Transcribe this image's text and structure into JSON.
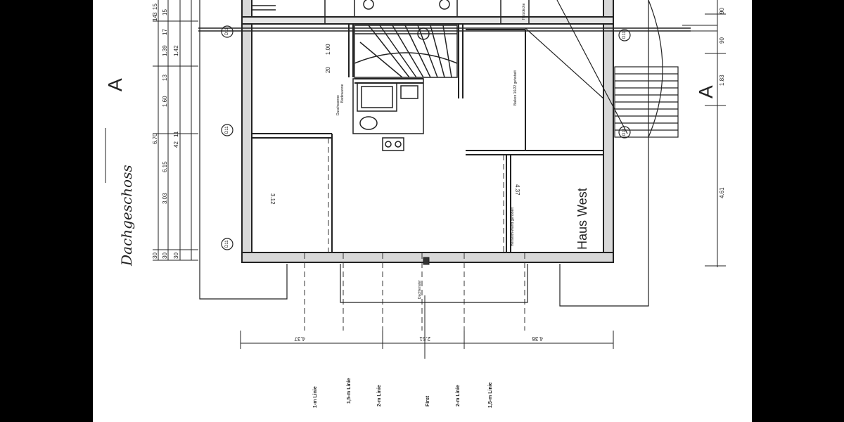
{
  "section_markers": {
    "left": "A",
    "right": "A"
  },
  "floor_label": "Dachgeschoss",
  "house_name": "Haus West",
  "left_dimensions": [
    "14",
    "3",
    "15",
    "17",
    "15",
    "1.39",
    "1.42",
    "13",
    "1.60",
    "6.70",
    "6.15",
    "42",
    "11",
    "3.03",
    "30",
    "30",
    "30"
  ],
  "right_dimensions": [
    "90",
    "90",
    "1.83",
    "4.61"
  ],
  "stair_dims": [
    "1.00",
    "20"
  ],
  "room_dims": [
    "3.12",
    "4.37"
  ],
  "bottom_dimensions": [
    "4.37",
    "2.51",
    "4.36"
  ],
  "grid_tags": [
    "D11",
    "D11",
    "D11",
    "D11",
    "D11"
  ],
  "small_notes": [
    "Duschwanne",
    "Badewanne",
    "Balken 16/22 gehobelt",
    "Holzdecke",
    "Heraklith-Wand gehobelt",
    "Dachfenster"
  ],
  "height_lines": [
    "1-m Linie",
    "1,5-m Linie",
    "2-m Linie",
    "First",
    "2-m Linie",
    "1,5-m Linie"
  ],
  "colors": {
    "frame": "#000000",
    "paper": "#ffffff",
    "ink": "#222222"
  }
}
